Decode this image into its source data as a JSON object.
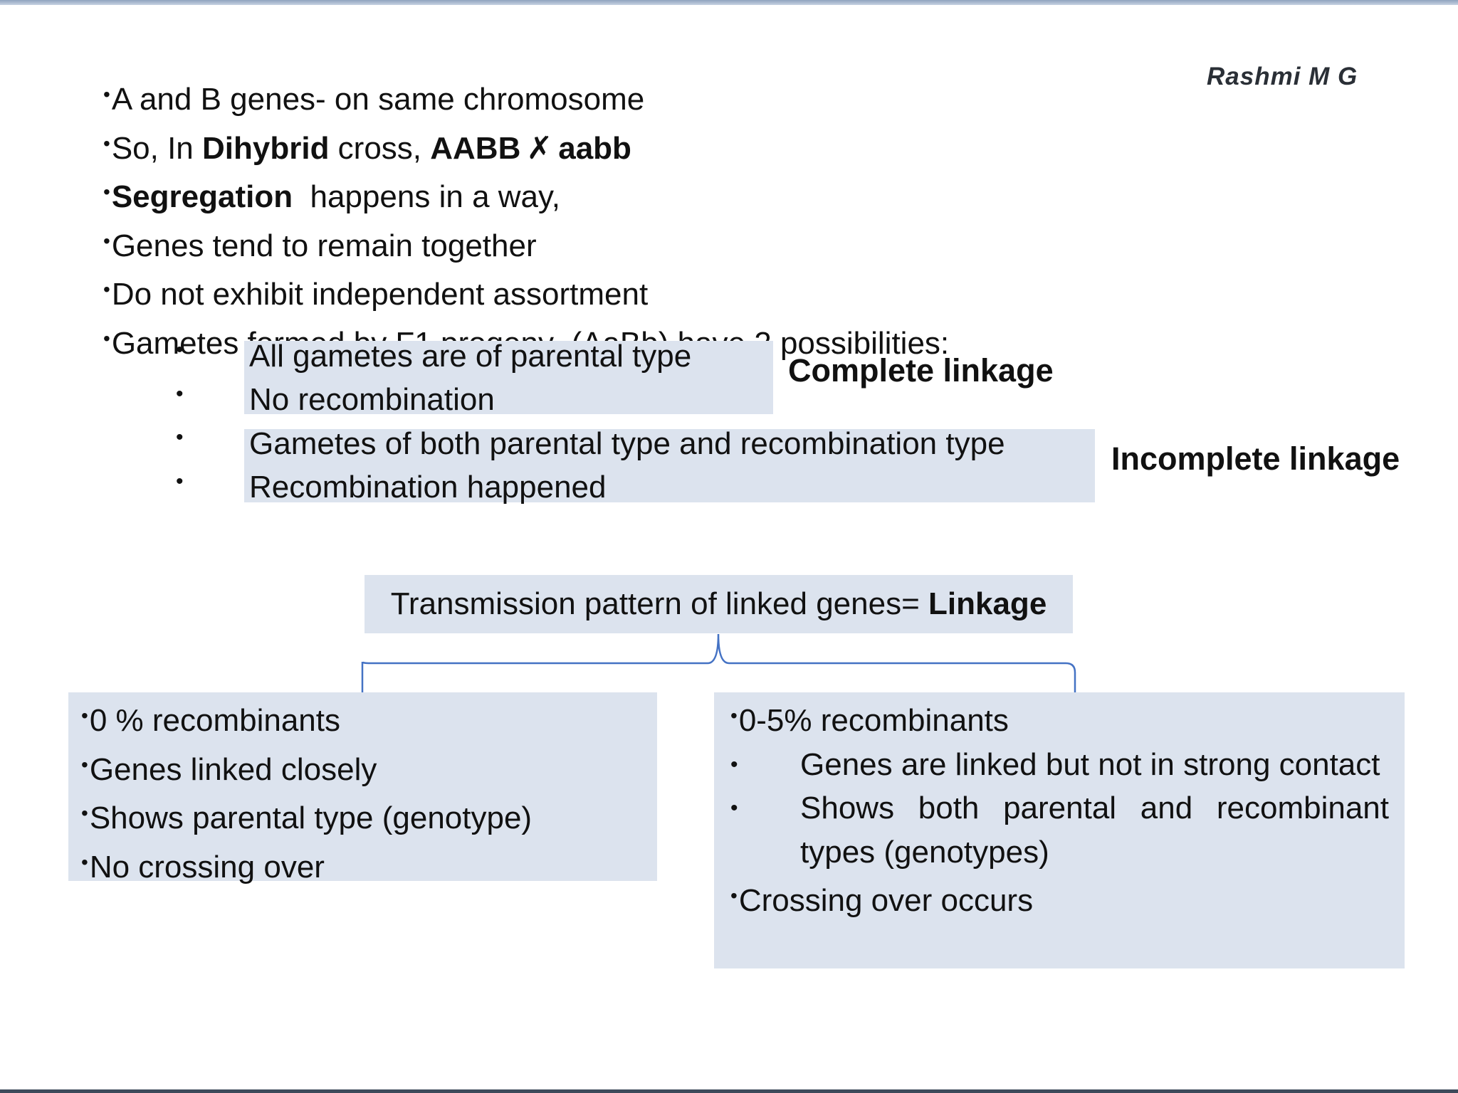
{
  "signature": "Rashmi M G",
  "intro": {
    "line1": "A and B genes- on same chromosome",
    "line2_pre": "So, In ",
    "line2_bold1": "Dihybrid",
    "line2_mid": " cross, ",
    "line2_bold2": "AABB",
    "line2_cross": "✗",
    "line2_bold3": "aabb",
    "line3_bold": "Segregation",
    "line3_rest": "  happens in a way,",
    "line4": "Genes tend to remain together",
    "line5": "Do not exhibit independent assortment",
    "line6": "Gametes formed by F1 progeny  (AaBb) have 2 possibilities:"
  },
  "complete": {
    "items": [
      "All gametes are of parental type",
      "No recombination"
    ],
    "label": "Complete linkage"
  },
  "incomplete": {
    "items": [
      "Gametes of both parental type and recombination type",
      "Recombination happened"
    ],
    "label": "Incomplete linkage"
  },
  "center": {
    "text": "Transmission pattern of linked genes= ",
    "bold": "Linkage"
  },
  "left_panel": {
    "items": [
      "0 % recombinants",
      "Genes linked closely",
      "Shows parental type (genotype)",
      "No crossing over"
    ]
  },
  "right_panel": {
    "first": "0-5% recombinants",
    "hang1": "Genes are linked but not in strong contact",
    "hang2": "Shows both parental and recombinant types (genotypes)",
    "last": "Crossing over occurs"
  },
  "colors": {
    "highlight": "#dce3ee",
    "brace": "#4472c4"
  }
}
